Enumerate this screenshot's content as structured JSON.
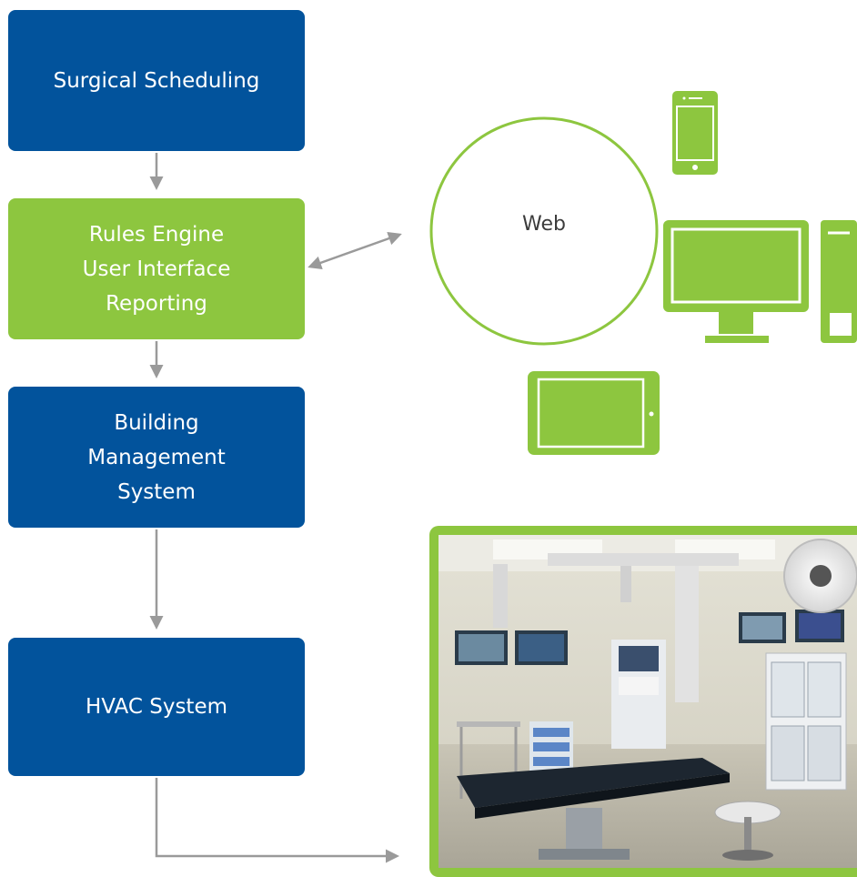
{
  "diagram": {
    "nodes": {
      "surgical_scheduling": {
        "label": "Surgical Scheduling"
      },
      "rules_engine": {
        "label": "Rules Engine\nUser Interface\nReporting"
      },
      "building_management": {
        "label": "Building\nManagement\nSystem"
      },
      "hvac": {
        "label": "HVAC System"
      },
      "web": {
        "label": "Web"
      }
    },
    "devices": [
      "smartphone-icon",
      "desktop-monitor-icon",
      "computer-tower-icon",
      "tablet-icon"
    ],
    "photo": {
      "subject": "operating-room-photo"
    }
  },
  "colors": {
    "blue": "#02539c",
    "green": "#8dc63f",
    "arrow_gray": "#9a9a9a"
  }
}
